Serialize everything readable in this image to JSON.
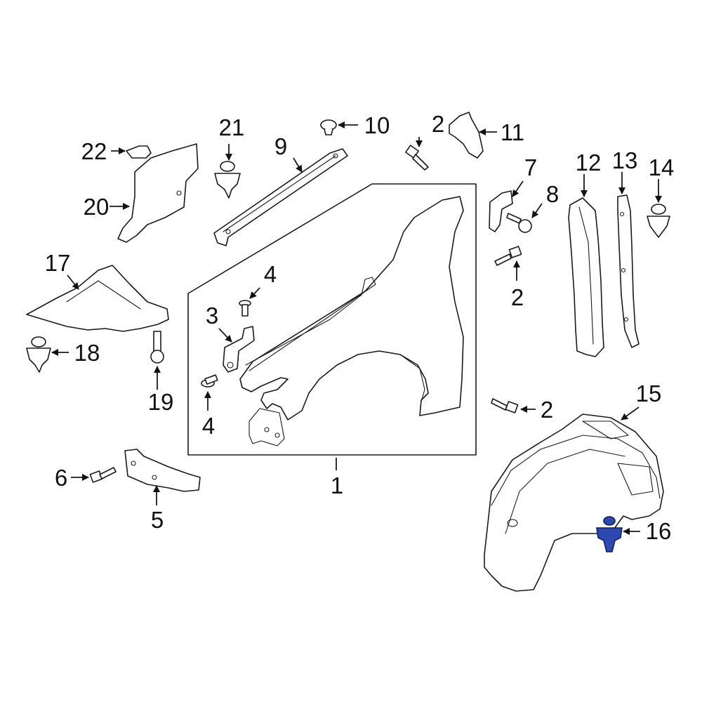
{
  "diagram": {
    "highlight_color": "#2d48b0",
    "callouts": {
      "c1": "1",
      "c2a": "2",
      "c2b": "2",
      "c2c": "2",
      "c3": "3",
      "c4a": "4",
      "c4b": "4",
      "c5": "5",
      "c6": "6",
      "c7": "7",
      "c8": "8",
      "c9": "9",
      "c10": "10",
      "c11": "11",
      "c12": "12",
      "c13": "13",
      "c14": "14",
      "c15": "15",
      "c16": "16",
      "c17": "17",
      "c18": "18",
      "c19": "19",
      "c20": "20",
      "c21": "21",
      "c22": "22"
    },
    "highlighted_part": "16"
  }
}
